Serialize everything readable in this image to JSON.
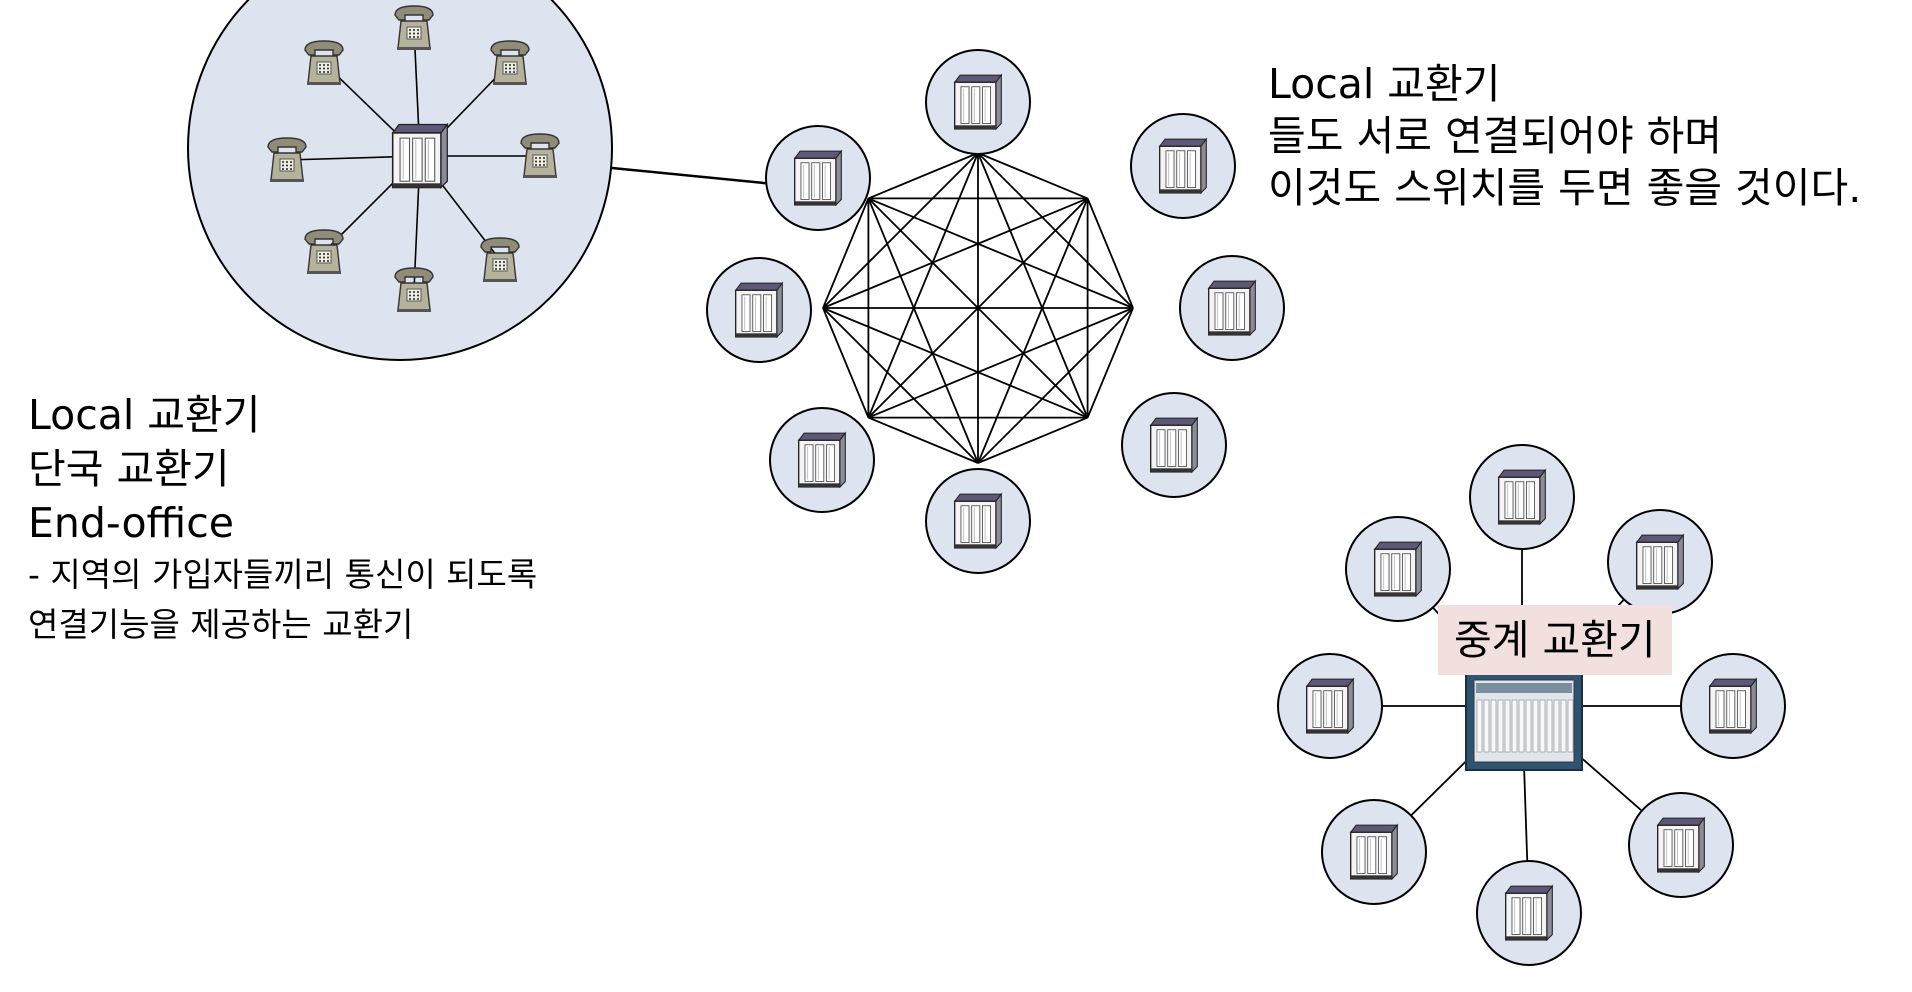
{
  "labels": {
    "local_exchange_desc": {
      "line1": "Local 교환기",
      "line2": "단국 교환기",
      "line3": "End-office",
      "line4": "- 지역의 가입자들끼리 통신이 되도록",
      "line5": "연결기능을 제공하는 교환기"
    },
    "mesh_desc": {
      "line1": "Local 교환기",
      "line2": "들도 서로 연결되어야 하며",
      "line3": "이것도 스위치를 두면 좋을 것이다."
    },
    "tandem_exchange": "중계 교환기"
  },
  "colors": {
    "node_fill": "#dde4f0",
    "tandem_label_bg": "#f2e0df",
    "switch_top": "#5e5878",
    "switch_body": "#f4f4f6",
    "phone_body": "#b5b29c",
    "tandem_switch": "#2f5470"
  },
  "icons": {
    "local_switch": "switch-cabinet-icon",
    "telephone": "telephone-icon",
    "tandem_switch": "rack-switch-icon"
  }
}
